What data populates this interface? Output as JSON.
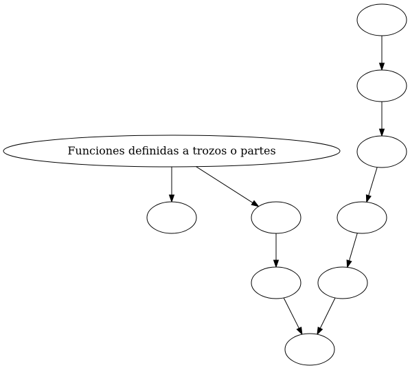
{
  "diagram": {
    "nodes": [
      {
        "id": "n_main",
        "label": "Funciones definidas a trozos o partes"
      },
      {
        "id": "n_left",
        "label": ""
      },
      {
        "id": "n_mid1",
        "label": ""
      },
      {
        "id": "n_mid2",
        "label": ""
      },
      {
        "id": "n_r1",
        "label": ""
      },
      {
        "id": "n_r2",
        "label": ""
      },
      {
        "id": "n_r3",
        "label": ""
      },
      {
        "id": "n_r4",
        "label": ""
      },
      {
        "id": "n_r5",
        "label": ""
      },
      {
        "id": "n_bottom",
        "label": ""
      }
    ],
    "edges": [
      {
        "from": "n_main",
        "to": "n_left"
      },
      {
        "from": "n_main",
        "to": "n_mid1"
      },
      {
        "from": "n_mid1",
        "to": "n_mid2"
      },
      {
        "from": "n_mid2",
        "to": "n_bottom"
      },
      {
        "from": "n_r1",
        "to": "n_r2"
      },
      {
        "from": "n_r2",
        "to": "n_r3"
      },
      {
        "from": "n_r3",
        "to": "n_r4"
      },
      {
        "from": "n_r4",
        "to": "n_r5"
      },
      {
        "from": "n_r5",
        "to": "n_bottom"
      }
    ]
  }
}
